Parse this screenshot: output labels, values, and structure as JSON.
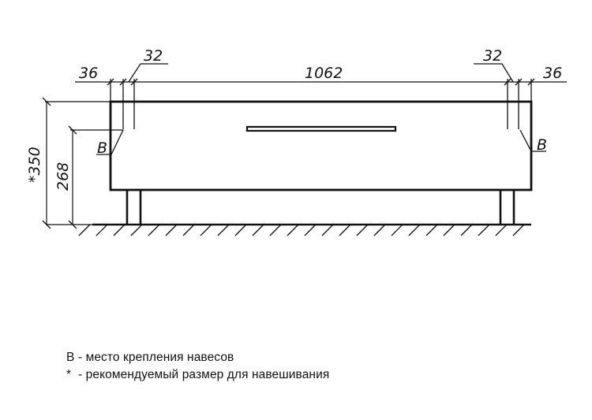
{
  "drawing": {
    "type": "technical-drawing",
    "subject": "cabinet front view with hanging dimensions",
    "colors": {
      "line": "#111111",
      "background": "#ffffff"
    },
    "dimensions": {
      "overall_width": "1062",
      "left_offset_outer": "36",
      "left_offset_inner": "32",
      "right_offset_inner": "32",
      "right_offset_outer": "36",
      "total_height": "*350",
      "hanging_height": "268"
    },
    "markers": {
      "left": "B",
      "right": "B"
    }
  },
  "legend": {
    "items": [
      {
        "symbol": "В",
        "separator": "-",
        "text": "место крепления навесов"
      },
      {
        "symbol": "*",
        "separator": "-",
        "text": "рекомендуемый размер для навешивания"
      }
    ]
  }
}
